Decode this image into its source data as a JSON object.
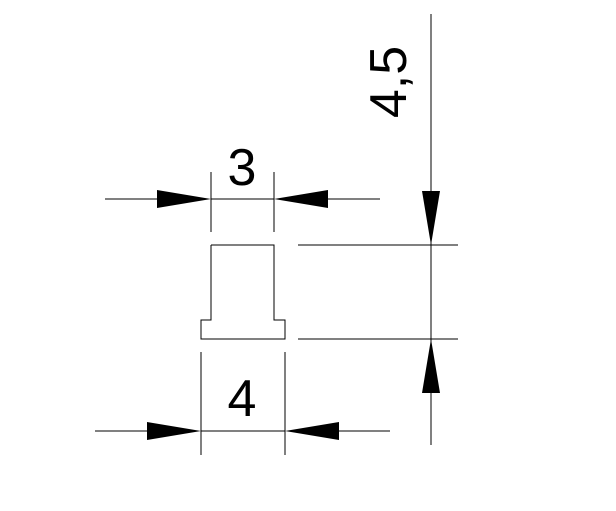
{
  "dimensions": {
    "top_width": "3",
    "bottom_width": "4",
    "height": "4,5"
  },
  "colors": {
    "line": "#000000",
    "background": "#ffffff"
  }
}
